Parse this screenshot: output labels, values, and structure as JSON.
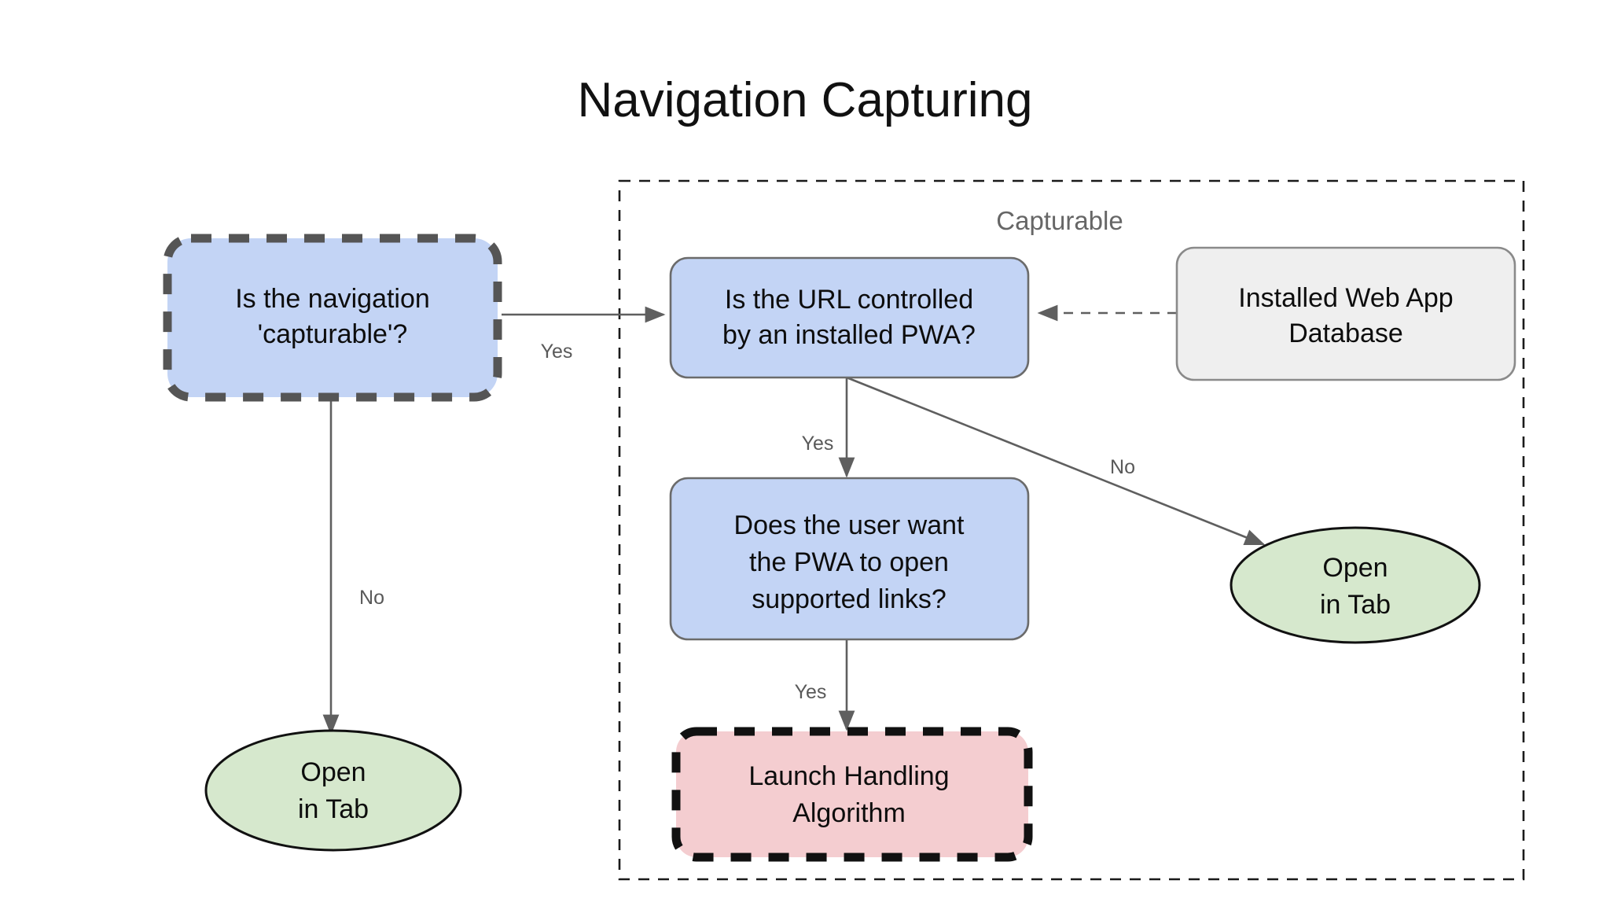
{
  "diagram": {
    "title": "Navigation Capturing",
    "group": {
      "label": "Capturable"
    },
    "nodes": {
      "is_capturable": {
        "line1": "Is the navigation",
        "line2": "'capturable'?"
      },
      "open_in_tab_left": {
        "line1": "Open",
        "line2": "in Tab"
      },
      "is_url_controlled": {
        "line1": "Is the URL controlled",
        "line2": "by an installed PWA?"
      },
      "installed_db": {
        "line1": "Installed Web App",
        "line2": "Database"
      },
      "does_user_want": {
        "line1": "Does the user want",
        "line2": "the PWA to open",
        "line3": "supported links?"
      },
      "open_in_tab_right": {
        "line1": "Open",
        "line2": "in Tab"
      },
      "launch_handling": {
        "line1": "Launch Handling",
        "line2": "Algorithm"
      }
    },
    "edges": {
      "capturable_yes": "Yes",
      "capturable_no": "No",
      "url_yes": "Yes",
      "url_no": "No",
      "user_yes": "Yes"
    },
    "colors": {
      "decision_fill": "#c3d4f5",
      "terminal_fill": "#d6e8cd",
      "process_fill": "#f4cdd0",
      "store_fill": "#efefef",
      "edge_stroke": "#5f5f5f",
      "group_label": "#666666"
    }
  }
}
